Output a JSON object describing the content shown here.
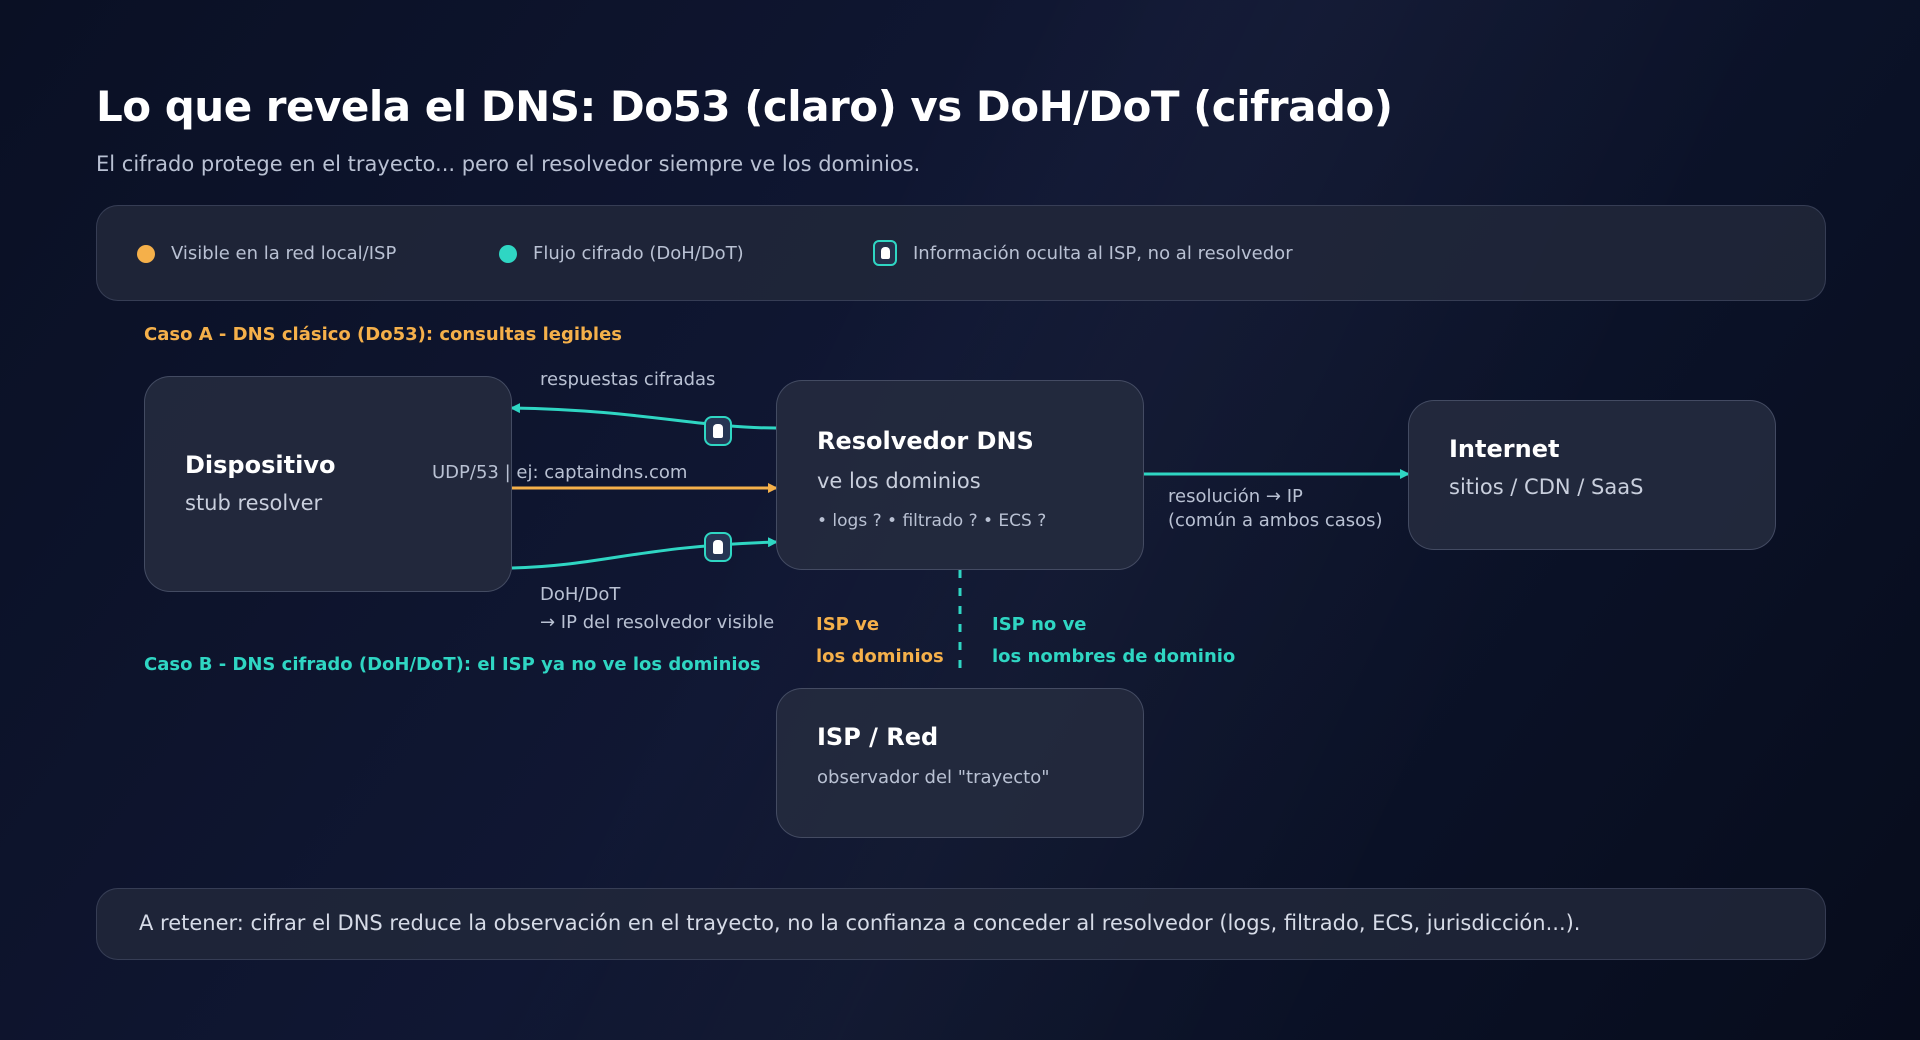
{
  "title": "Lo que revela el DNS: Do53 (claro) vs DoH/DoT (cifrado)",
  "subtitle": "El cifrado protege en el trayecto... pero el resolvedor siempre ve los dominios.",
  "colors": {
    "visible": "#f5b04a",
    "encrypted": "#2fd6c3",
    "background": "#0d1430"
  },
  "legend": {
    "visible": "Visible en la red local/ISP",
    "encrypted": "Flujo cifrado (DoH/DoT)",
    "hidden": "Información oculta al ISP, no al resolvedor",
    "hidden_icon": "lock-icon"
  },
  "case_a": "Caso A - DNS clásico (Do53): consultas legibles",
  "case_b": "Caso B - DNS cifrado (DoH/DoT): el ISP ya no ve los dominios",
  "nodes": {
    "device": {
      "title": "Dispositivo",
      "sub": "stub resolver"
    },
    "resolver": {
      "title": "Resolvedor DNS",
      "sub": "ve los dominios",
      "detail": "• logs ? • filtrado ? • ECS ?"
    },
    "internet": {
      "title": "Internet",
      "sub": "sitios / CDN / SaaS"
    },
    "isp": {
      "title": "ISP / Red",
      "sub": "observador del \"trayecto\""
    }
  },
  "edges": {
    "responses": "respuestas cifradas",
    "plain_query": "UDP/53 | ej: captaindns.com",
    "doh_line1": "DoH/DoT",
    "doh_line2": "→ IP del resolvedor visible",
    "resolution_line1": "resolución → IP",
    "resolution_line2": "(común a ambos casos)",
    "isp_sees_line1": "ISP ve",
    "isp_sees_line2": "los dominios",
    "isp_not_line1": "ISP no ve",
    "isp_not_line2": "los nombres de dominio"
  },
  "footer": "A retener: cifrar el DNS reduce la observación en el trayecto, no la confianza a conceder al resolvedor (logs, filtrado, ECS, jurisdicción...)."
}
